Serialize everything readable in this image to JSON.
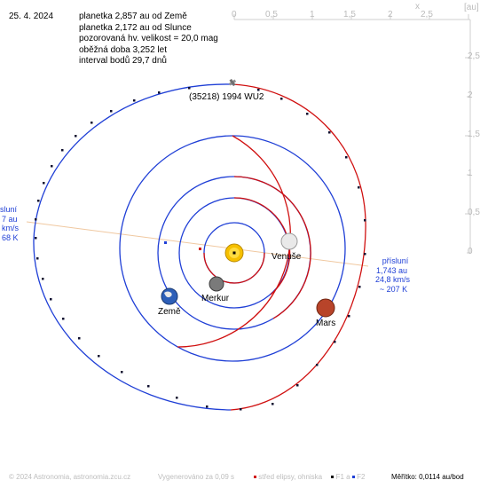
{
  "date": "25. 4. 2024",
  "info": {
    "line1": "planetka 2,857 au od Země",
    "line2": "planetka 2,172 au od Slunce",
    "line3": "pozorovaná hv. velikost = 20,0 mag",
    "line4": "oběžná doba 3,252 let",
    "line5": "interval bodů 29,7 dnů"
  },
  "asteroid_label": "(35218) 1994 WU2",
  "planets": {
    "venus": "Venuše",
    "mercury": "Merkur",
    "earth": "Země",
    "mars": "Mars"
  },
  "perihelion": {
    "line1": "přísluní",
    "line2": "1,743 au",
    "line3": "24,8 km/s",
    "line4": "~ 207 K"
  },
  "aphelion_partial": {
    "line1": "sluní",
    "line2": "7 au",
    "line3": "km/s",
    "line4": "68 K"
  },
  "scale": {
    "x_ticks": [
      "0",
      "0,5",
      "1",
      "1,5",
      "2",
      "2,5"
    ],
    "y_ticks": [
      "2,5",
      "2",
      "1,5",
      "1",
      "0,5",
      "0"
    ],
    "x_axis_label": "x",
    "unit_label": "[au]"
  },
  "footer": {
    "copyright": "© 2024 Astronomia, astronomia.zcu.cz",
    "generated": "Vygenerováno za 0,09 s",
    "legend_center": "střed elipsy, ohniska",
    "legend_f1": "F1",
    "legend_a": "a",
    "legend_f2": "F2",
    "scale_text": "Měřítko: 0,0114 au/bod"
  },
  "colors": {
    "orbit_blue": "#1f3fd6",
    "orbit_red": "#d01010",
    "axis_line": "#f0c8a0",
    "ruler": "#cfcfcf",
    "sun": "#f6c000"
  }
}
